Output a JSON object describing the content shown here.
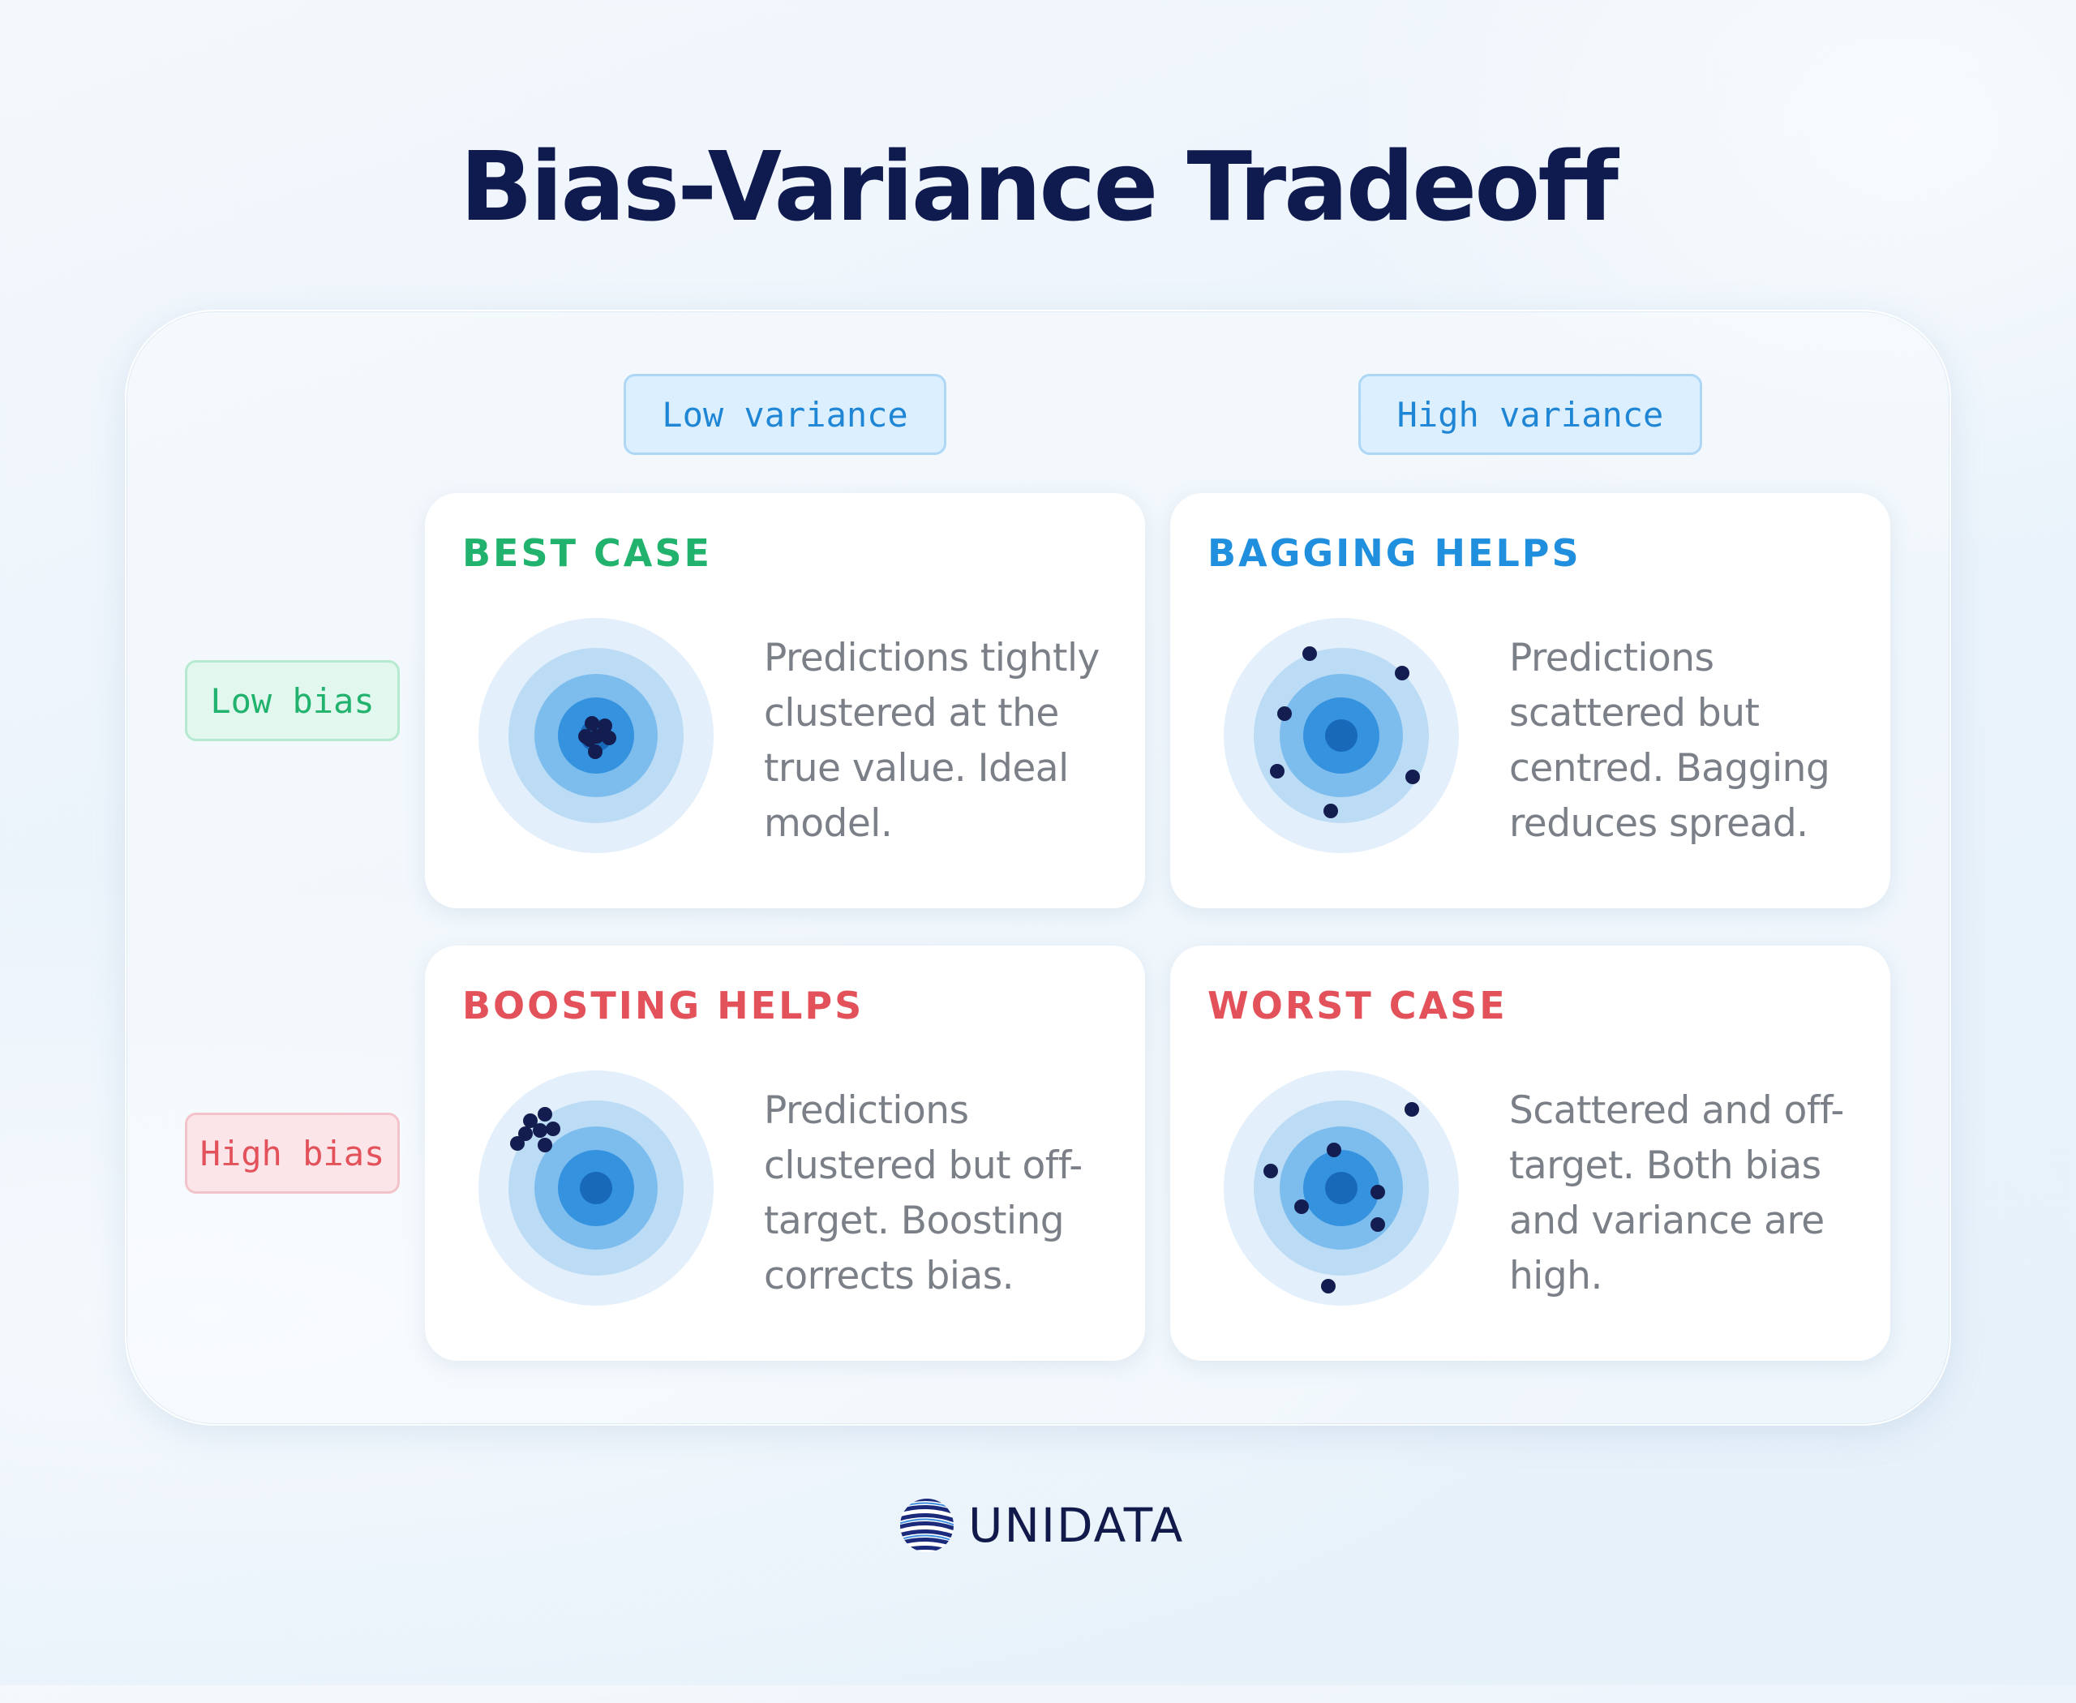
{
  "title": "Bias-Variance Tradeoff",
  "columns": {
    "low_variance": "Low variance",
    "high_variance": "High variance"
  },
  "rows": {
    "low_bias": "Low bias",
    "high_bias": "High bias"
  },
  "cards": [
    {
      "key": "best_case",
      "title": "BEST CASE",
      "title_color": "#21b26d",
      "description": "Predictions tightly clustered at the true value. Ideal model."
    },
    {
      "key": "bagging_helps",
      "title": "BAGGING HELPS",
      "title_color": "#1f8fde",
      "description": "Predictions scattered but centred. Bagging reduces spread."
    },
    {
      "key": "boosting_helps",
      "title": "BOOSTING HELPS",
      "title_color": "#e3525a",
      "description": "Predictions clustered but off-target. Boosting corrects bias."
    },
    {
      "key": "worst_case",
      "title": "WORST CASE",
      "title_color": "#e3525a",
      "description": "Scattered and off-target. Both bias and variance are high."
    }
  ],
  "logo": {
    "text": "UNIDATA",
    "icon": "globe-stripes-icon"
  },
  "colors": {
    "title": "#0f1a4f",
    "ring_outer": "#e3f0fb",
    "ring_2": "#bcdcf6",
    "ring_3": "#7dbdee",
    "ring_4": "#3592de",
    "bullseye": "#1869b8",
    "dot": "#141d4f"
  }
}
